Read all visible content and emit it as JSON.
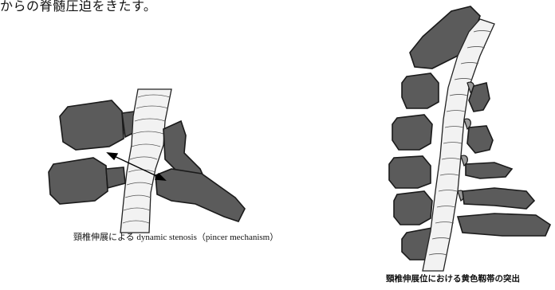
{
  "header": {
    "text": "からの脊髄圧迫をきたす。"
  },
  "figures": [
    {
      "caption": "頸椎伸展による dynamic stenosis（pincer mechanism）"
    },
    {
      "caption": "頸椎伸展位における黄色靱帯の突出"
    }
  ]
}
